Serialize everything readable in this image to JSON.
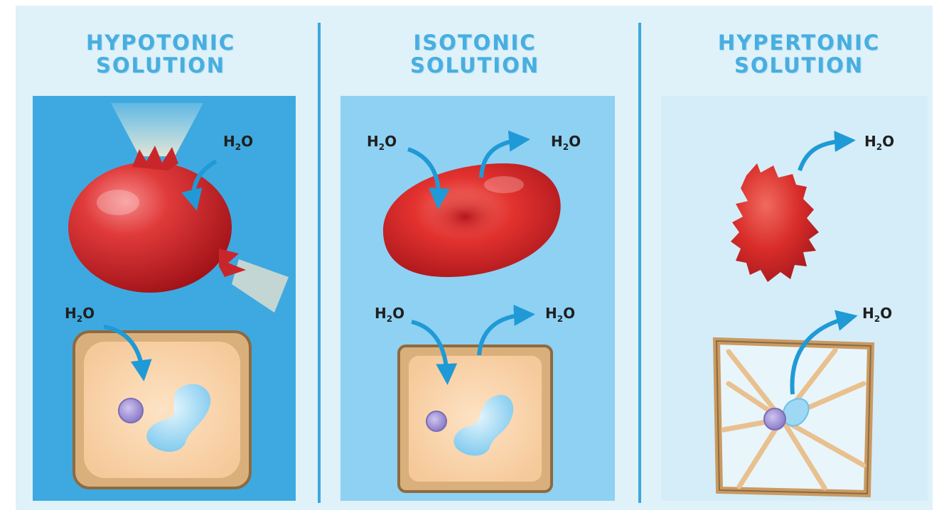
{
  "panels": [
    {
      "id": "hypotonic",
      "title_line1": "HYPOTONIC",
      "title_line2": "SOLUTION",
      "bg": "#3ea9e0"
    },
    {
      "id": "isotonic",
      "title_line1": "ISOTONIC",
      "title_line2": "SOLUTION",
      "bg": "#8ed1f3"
    },
    {
      "id": "hypertonic",
      "title_line1": "HYPERTONIC",
      "title_line2": "SOLUTION",
      "bg": "#d5edf8"
    }
  ],
  "water": {
    "symbol": "H",
    "subscript": "2",
    "suffix": "O"
  },
  "colors": {
    "heading": "#48aee0",
    "divider": "#3ea7dc",
    "red_cell": "#d8232a",
    "plant_wall": "#c99a63",
    "plant_cytoplasm": "#fbdcb6",
    "vacuole": "#a8dcf4",
    "nucleus": "#a899d6",
    "arrow": "#1f9ad6"
  }
}
